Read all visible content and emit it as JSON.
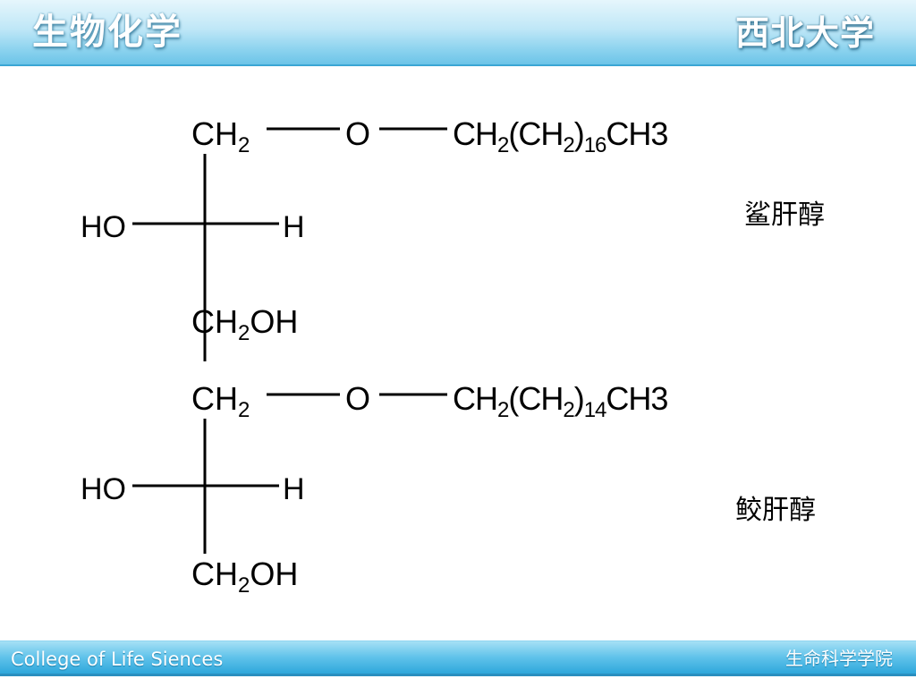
{
  "header": {
    "title": "生物化学",
    "logo_text": "西北大学"
  },
  "footer": {
    "left_text": "College of Life Siences",
    "right_text": "生命科学学院"
  },
  "colors": {
    "header_band": "#8fd4ef",
    "footer_band": "#2ea7db",
    "text": "#000000"
  },
  "structures": [
    {
      "name": "鲨肝醇",
      "top_left": {
        "base": "CH",
        "sub": "2"
      },
      "ether_o": "O",
      "chain": {
        "p1": "CH",
        "s1": "2",
        "p2": "(CH",
        "s2": "2",
        "p3": ")",
        "s3": "16",
        "p4": "CH3"
      },
      "left_group": "HO",
      "right_group": "H",
      "bottom": {
        "base": "CH",
        "sub": "2",
        "tail": "OH"
      }
    },
    {
      "name": "鲛肝醇",
      "top_left": {
        "base": "CH",
        "sub": "2"
      },
      "ether_o": "O",
      "chain": {
        "p1": "CH",
        "s1": "2",
        "p2": "(CH",
        "s2": "2",
        "p3": ")",
        "s3": "14",
        "p4": "CH3"
      },
      "left_group": "HO",
      "right_group": "H",
      "bottom": {
        "base": "CH",
        "sub": "2",
        "tail": "OH"
      }
    }
  ]
}
